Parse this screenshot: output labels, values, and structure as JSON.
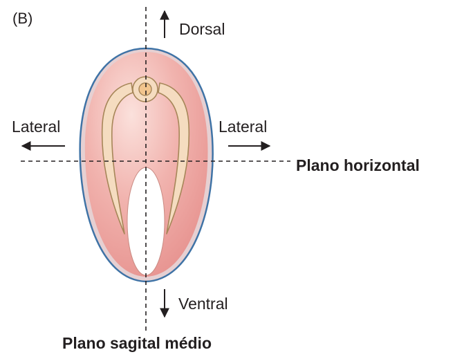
{
  "panel_label": "(B)",
  "labels": {
    "dorsal": "Dorsal",
    "ventral": "Ventral",
    "lateral_left": "Lateral",
    "lateral_right": "Lateral",
    "horizontal_plane": "Plano horizontal",
    "sagittal_plane": "Plano sagital médio"
  },
  "colors": {
    "outer_outline": "#3f73a6",
    "outer_fill": "#e6d0d2",
    "body_fill": "#ec9f9d",
    "inner_tube_fill": "#f5dcc0",
    "inner_tube_stroke": "#a68658",
    "text": "#231f20"
  }
}
